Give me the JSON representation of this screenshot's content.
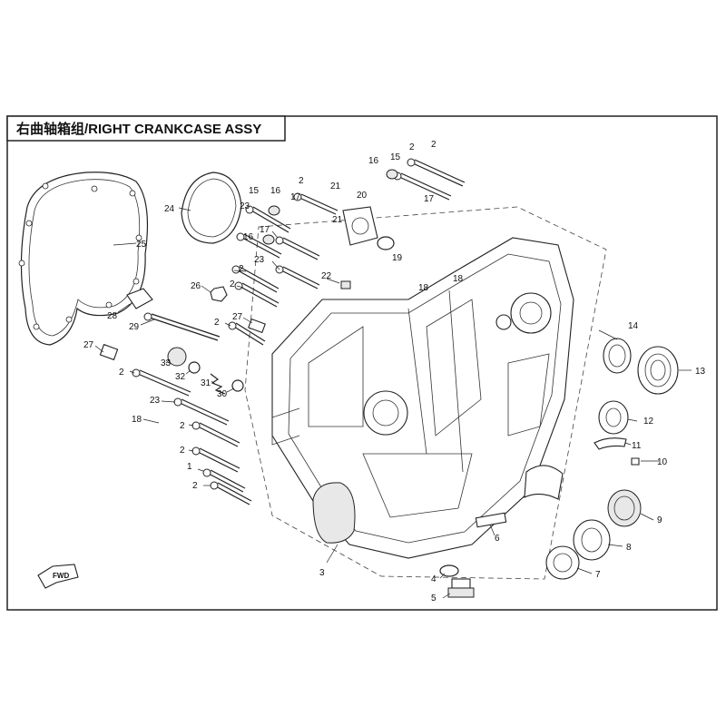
{
  "title": "右曲轴箱组/RIGHT CRANKCASE ASSY",
  "direction_label": "FWD",
  "callouts": [
    "25",
    "24",
    "28",
    "29",
    "27",
    "2",
    "23",
    "18",
    "1",
    "26",
    "15",
    "16",
    "17",
    "21",
    "20",
    "19",
    "22",
    "33",
    "32",
    "31",
    "30",
    "14",
    "13",
    "12",
    "11",
    "10",
    "9",
    "8",
    "7",
    "6",
    "5",
    "4",
    "3"
  ]
}
